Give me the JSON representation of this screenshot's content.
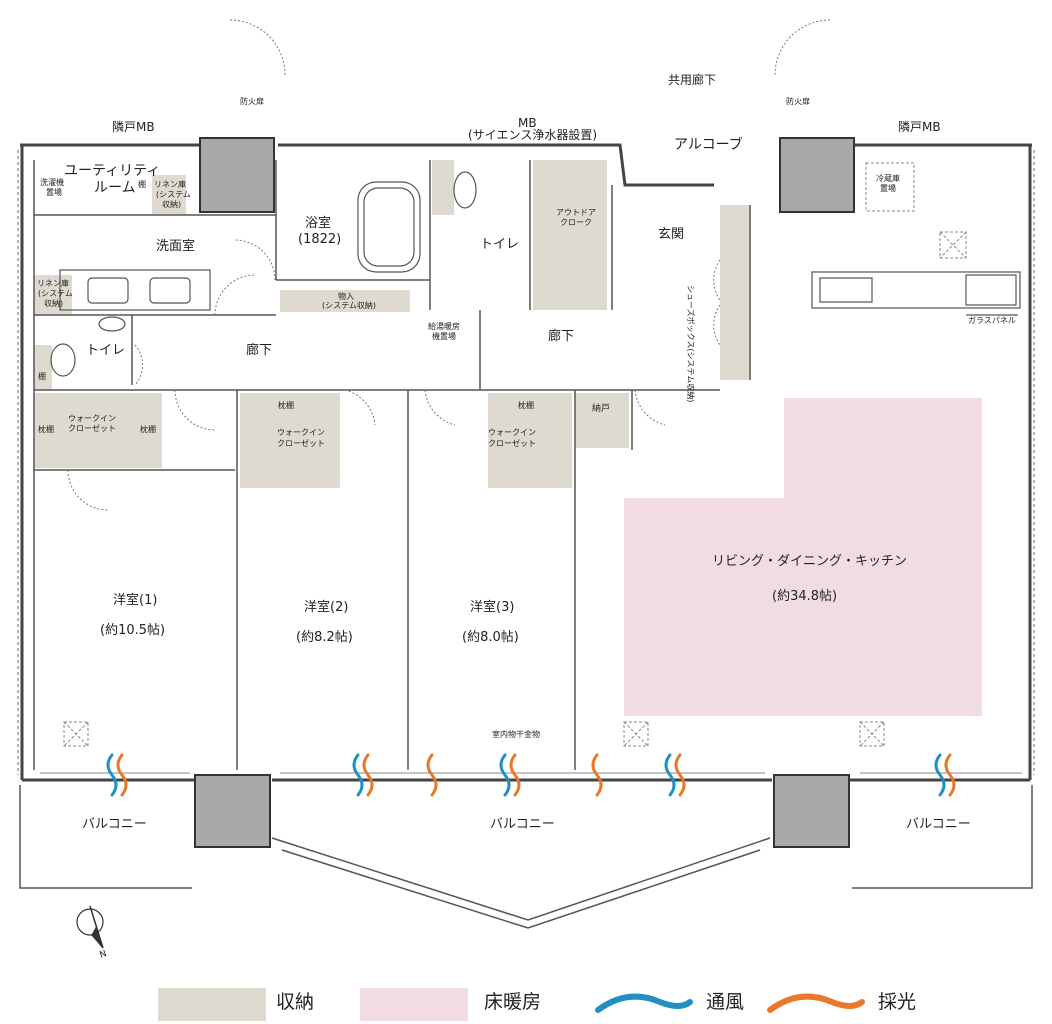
{
  "header": {
    "corridor": "共用廊下",
    "fire_door_left": "防火扉",
    "fire_door_right": "防火扉",
    "neighbor_mb_left": "隣戸MB",
    "neighbor_mb_right": "隣戸MB",
    "mb_title": "MB",
    "mb_sub": "(サイエンス浄水器設置)",
    "alcove": "アルコーブ"
  },
  "rooms": {
    "utility_line1": "ユーティリティ",
    "utility_line2": "ルーム",
    "washer_line1": "洗濯機",
    "washer_line2": "置場",
    "linen1_line1": "リネン庫",
    "linen1_line2": "(システム",
    "linen1_line3": "収納)",
    "washroom": "洗面室",
    "bath": "浴室",
    "bath_size": "(1822)",
    "toilet_main": "トイレ",
    "toilet_side": "トイレ",
    "outdoor_line1": "アウトドア",
    "outdoor_line2": "クローク",
    "entrance": "玄関",
    "shoes_box": "シューズボックス(システム収納)",
    "fridge_line1": "冷蔵庫",
    "fridge_line2": "置場",
    "glass_panel": "ガラスパネル",
    "linen2_line1": "リネン庫",
    "linen2_line2": "(システム",
    "linen2_line3": "収納)",
    "storage_line1": "物入",
    "storage_line2": "(システム収納)",
    "heater_line1": "給湯暖房",
    "heater_line2": "機置場",
    "hall_left": "廊下",
    "hall_right": "廊下",
    "shelf": "棚",
    "shelf_small": "棚",
    "wic1_line1": "ウォークイン",
    "wic1_line2": "クローゼット",
    "wic2_line1": "ウォークイン",
    "wic2_line2": "クローゼット",
    "wic3_line1": "ウォークイン",
    "wic3_line2": "クローゼット",
    "shelf_wic1_left": "枕棚",
    "shelf_wic1_right": "枕棚",
    "shelf_wic2": "枕棚",
    "shelf_wic3": "枕棚",
    "pantry": "納戸",
    "bedroom1": "洋室(1)",
    "bedroom1_size": "(約10.5帖)",
    "bedroom2": "洋室(2)",
    "bedroom2_size": "(約8.2帖)",
    "bedroom3": "洋室(3)",
    "bedroom3_size": "(約8.0帖)",
    "ldk": "リビング・ダイニング・キッチン",
    "ldk_size": "(約34.8帖)",
    "drying_rack": "室内物干金物",
    "balcony_left": "バルコニー",
    "balcony_center": "バルコニー",
    "balcony_right": "バルコニー",
    "compass_n": "N"
  },
  "legend": {
    "storage": "収納",
    "floor_heating": "床暖房",
    "ventilation": "通風",
    "daylight": "採光"
  },
  "colors": {
    "storage": "#dedad0",
    "floor_heating": "#f2dce4",
    "ventilation": "#1f8fc4",
    "daylight": "#e8782a",
    "column": "#a9a9a9",
    "wall": "#444444"
  }
}
